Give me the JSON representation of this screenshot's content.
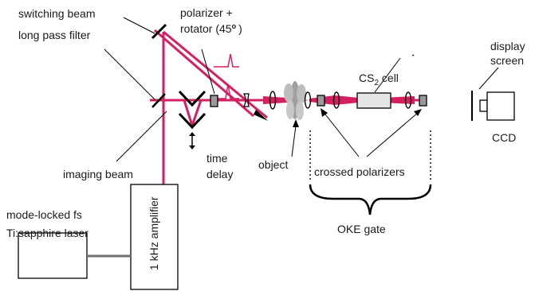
{
  "labels": {
    "switching_beam": "switching beam",
    "long_pass_filter": "long pass filter",
    "polarizer_line1": "polarizer +",
    "polarizer_line2": "rotator (45",
    "polarizer_deg": "o",
    "polarizer_close": ")",
    "cs2_prefix": "CS",
    "cs2_sub": "2",
    "cs2_suffix": " cell",
    "display_line1": "display",
    "display_line2": "screen",
    "ccd": "CCD",
    "time_line1": "time",
    "time_line2": "delay",
    "object": "object",
    "crossed_polarizers": "crossed polarizers",
    "imaging_beam": "imaging beam",
    "laser_line1": "mode-locked fs",
    "laser_line2": "Ti:sapphire laser",
    "amplifier": "1 kHz amplifier",
    "oke_gate": "OKE gate"
  },
  "colors": {
    "beam": "#d61f62",
    "component_fill": "#999999",
    "cell_fill": "#e6e6e6"
  }
}
